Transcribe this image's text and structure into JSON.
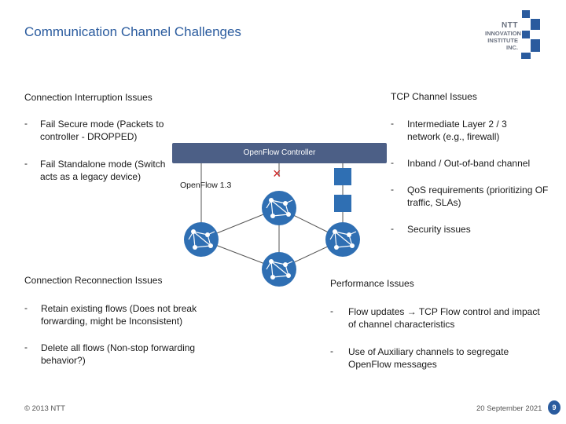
{
  "title": "Communication Channel Challenges",
  "logo": {
    "ntt": "NTT",
    "lines": [
      "INNOVATION",
      "INSTITUTE",
      "INC."
    ]
  },
  "left_top": {
    "heading": "Connection Interruption Issues",
    "items": [
      {
        "dash": "-",
        "text": "Fail Secure mode (Packets to controller - DROPPED)"
      },
      {
        "dash": "-",
        "text": "Fail Standalone mode (Switch acts as a legacy device)"
      }
    ]
  },
  "right_top": {
    "heading": "TCP Channel Issues",
    "items": [
      {
        "dash": "-",
        "text": "Intermediate Layer 2 / 3 network (e.g., firewall)"
      },
      {
        "dash": "-",
        "text": "Inband / Out-of-band channel"
      },
      {
        "dash": "-",
        "text": "QoS requirements (prioritizing OF traffic, SLAs)"
      },
      {
        "dash": "-",
        "text": "Security issues"
      }
    ]
  },
  "diagram": {
    "controller_label": "OpenFlow Controller",
    "link_label": "OpenFlow 1.3",
    "fail_mark": "×",
    "colors": {
      "controller": "#4c5f86",
      "switch": "#2f6fb3",
      "box": "#2f6fb3"
    }
  },
  "left_bottom": {
    "heading": "Connection Reconnection Issues",
    "items": [
      {
        "dash": "-",
        "text": "Retain existing flows (Does not break forwarding, might be Inconsistent)"
      },
      {
        "dash": "-",
        "text": "Delete all flows (Non-stop forwarding behavior?)"
      }
    ]
  },
  "right_bottom": {
    "heading": "Performance Issues",
    "items": [
      {
        "dash": "-",
        "text": "Flow updates → TCP Flow control and impact of channel characteristics"
      },
      {
        "dash": "-",
        "text": "Use of Auxiliary channels to segregate OpenFlow messages"
      }
    ]
  },
  "footer": {
    "copyright": "© 2013 NTT",
    "date": "20 September 2021",
    "page": "9"
  }
}
